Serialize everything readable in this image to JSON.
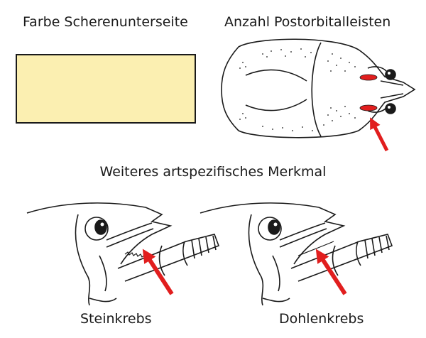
{
  "labels": {
    "claw_color": "Farbe Scherenunterseite",
    "postorbital_ridges": "Anzahl Postorbitalleisten",
    "other_feature": "Weiteres artspezifisches Merkmal",
    "species_left": "Steinkrebs",
    "species_right": "Dohlenkrebs"
  },
  "colors": {
    "claw_underside": "#fbefb1",
    "ridge_marker": "#e11e1e",
    "arrow": "#e11e1e",
    "outline": "#1a1a1a"
  },
  "postorbital_ridge_count": 2,
  "icons": {
    "carapace": "crayfish-carapace-top-view",
    "head_side": "crayfish-head-side-view",
    "arrow": "red-arrow-icon"
  }
}
